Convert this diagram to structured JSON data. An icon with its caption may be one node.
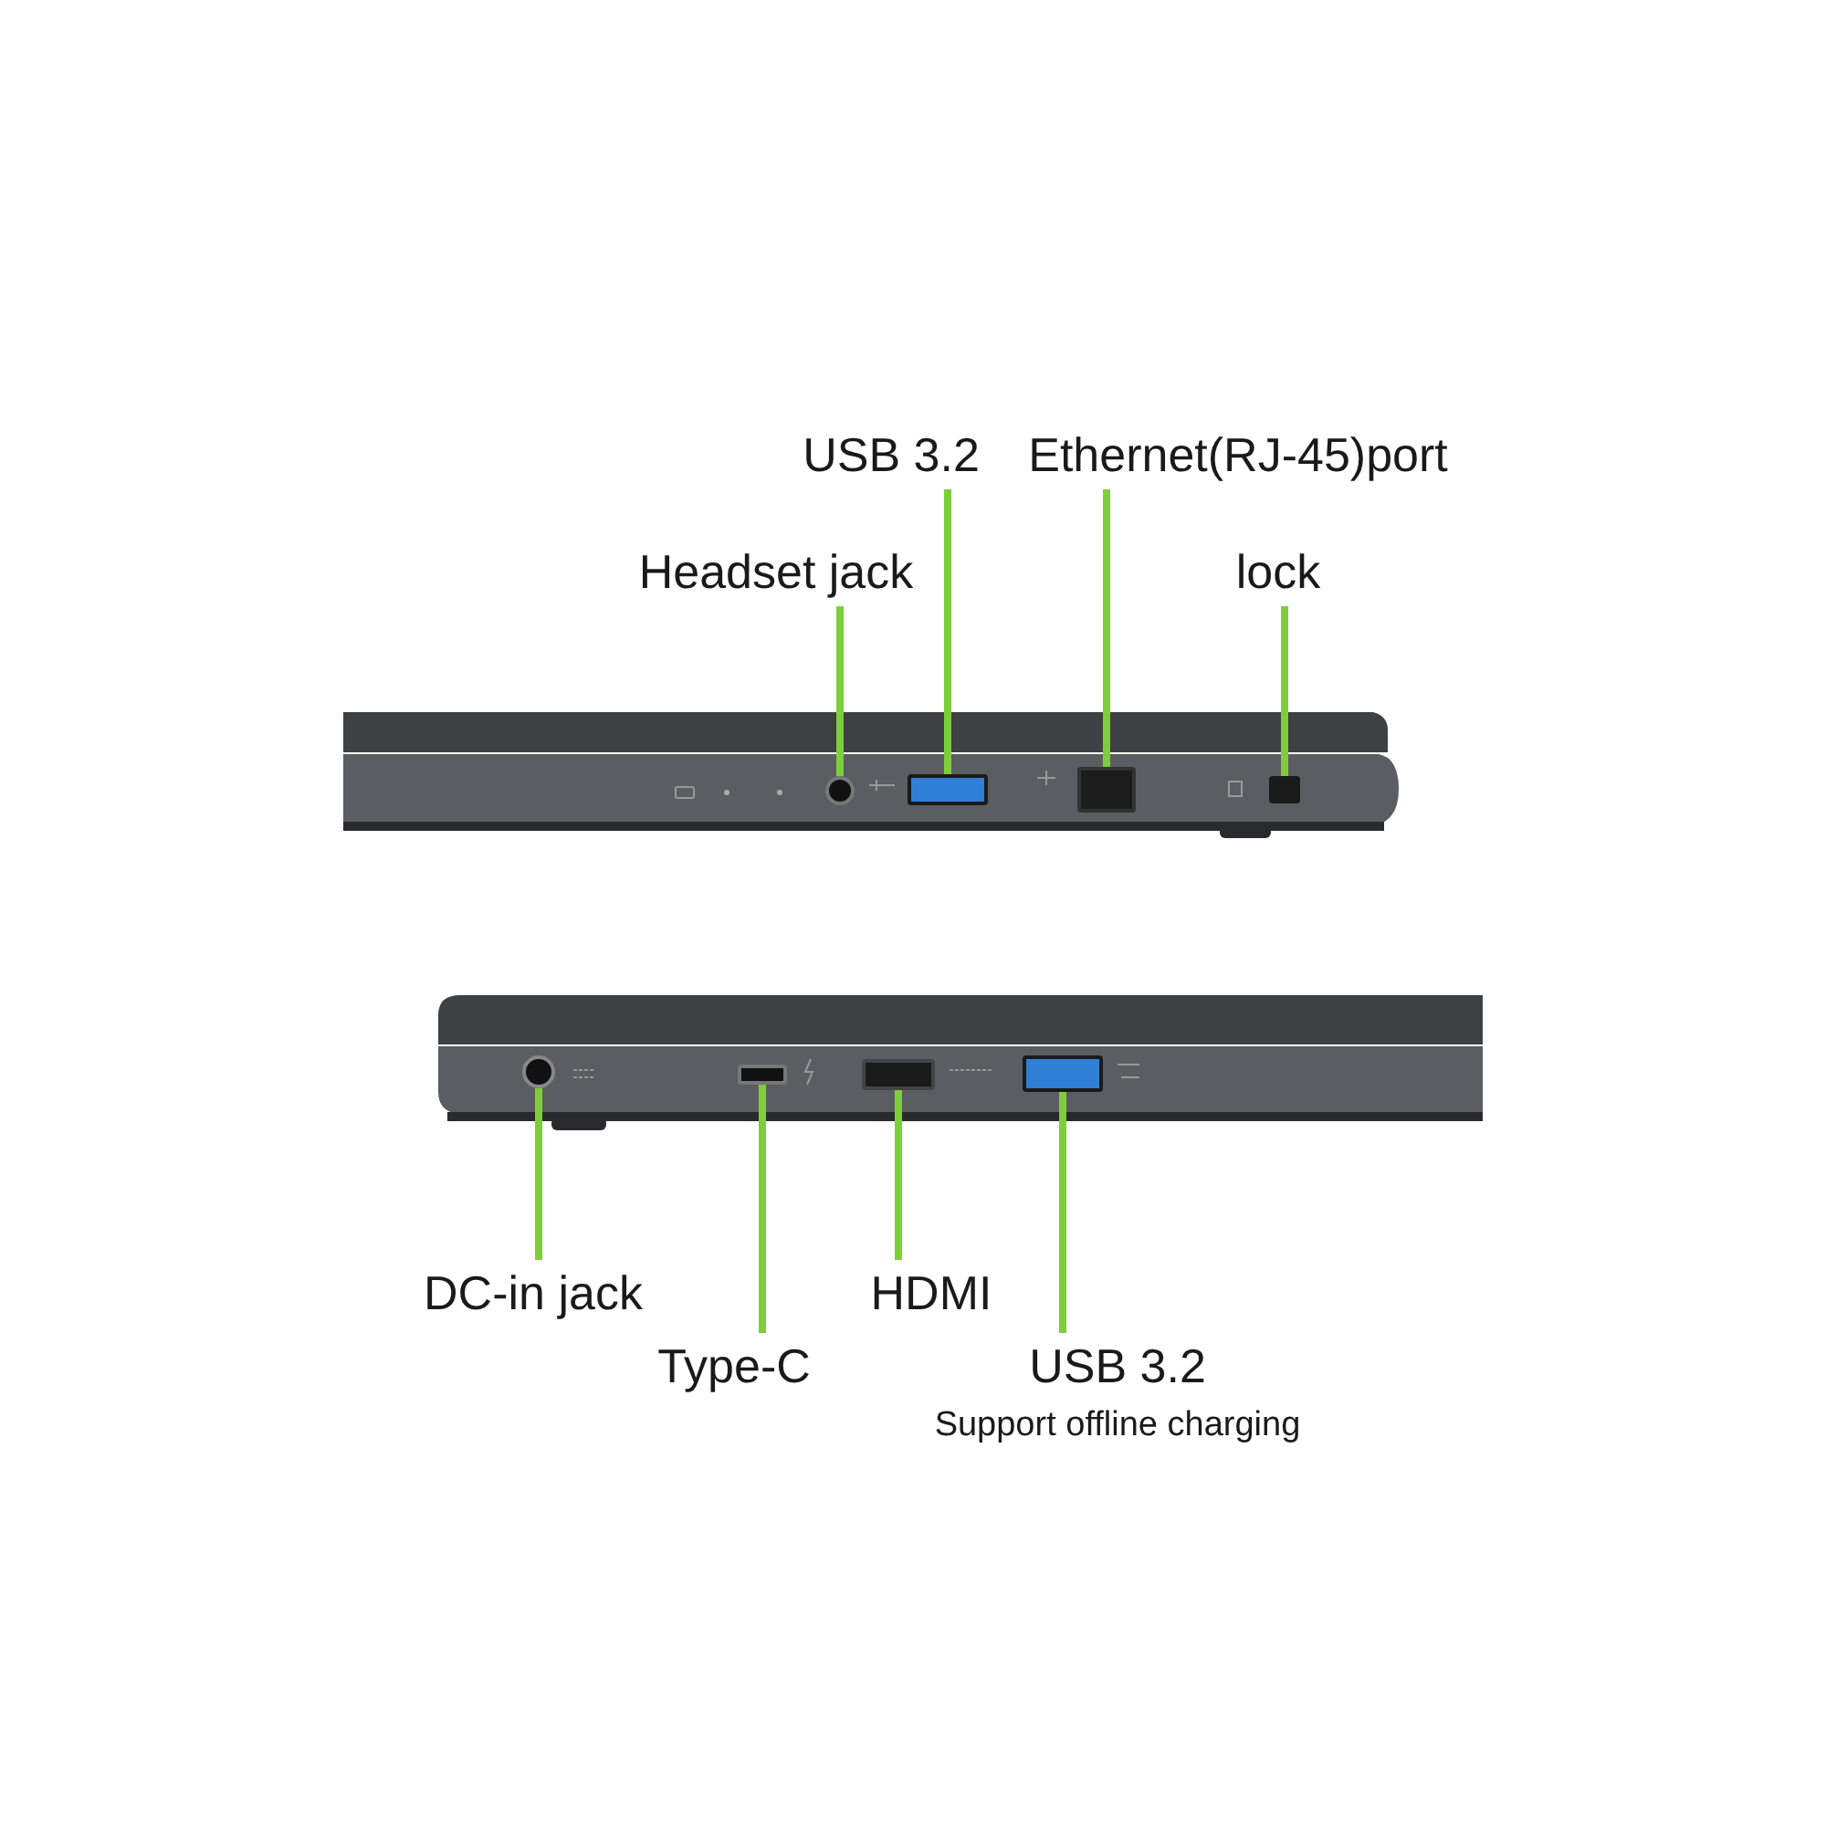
{
  "diagram": {
    "nodes": [
      {
        "text": [
          "USB 3.2"
        ]
      },
      {
        "text": [
          "Ethernet(RJ-45)port"
        ]
      },
      {
        "text": [
          "Headset jack"
        ]
      },
      {
        "text": [
          "lock"
        ]
      },
      {
        "text": [],
        "shape": "circle"
      },
      {
        "text": [],
        "shape": "box"
      },
      {
        "text": [],
        "shape": "box"
      },
      {
        "text": [],
        "shape": "box"
      },
      {
        "text": [
          "DC-in jack"
        ]
      },
      {
        "text": [
          "Type-C"
        ]
      },
      {
        "text": [
          "HDMI"
        ]
      },
      {
        "text": [
          "USB 3.2"
        ],
        "beside": [
          "Support offline charging"
        ]
      },
      {
        "text": [],
        "shape": "circle"
      },
      {
        "text": [],
        "shape": "box"
      },
      {
        "text": [],
        "shape": "box"
      },
      {
        "text": [],
        "shape": "box"
      }
    ],
    "edges": [
      {
        "from": 2,
        "to": 4,
        "arrow": "none"
      },
      {
        "from": 0,
        "to": 5,
        "arrow": "none"
      },
      {
        "from": 1,
        "to": 6,
        "arrow": "none"
      },
      {
        "from": 3,
        "to": 7,
        "arrow": "none"
      },
      {
        "from": 8,
        "to": 12,
        "arrow": "none"
      },
      {
        "from": 9,
        "to": 13,
        "arrow": "none"
      },
      {
        "from": 10,
        "to": 14,
        "arrow": "none"
      },
      {
        "from": 11,
        "to": 15,
        "arrow": "none"
      }
    ]
  }
}
